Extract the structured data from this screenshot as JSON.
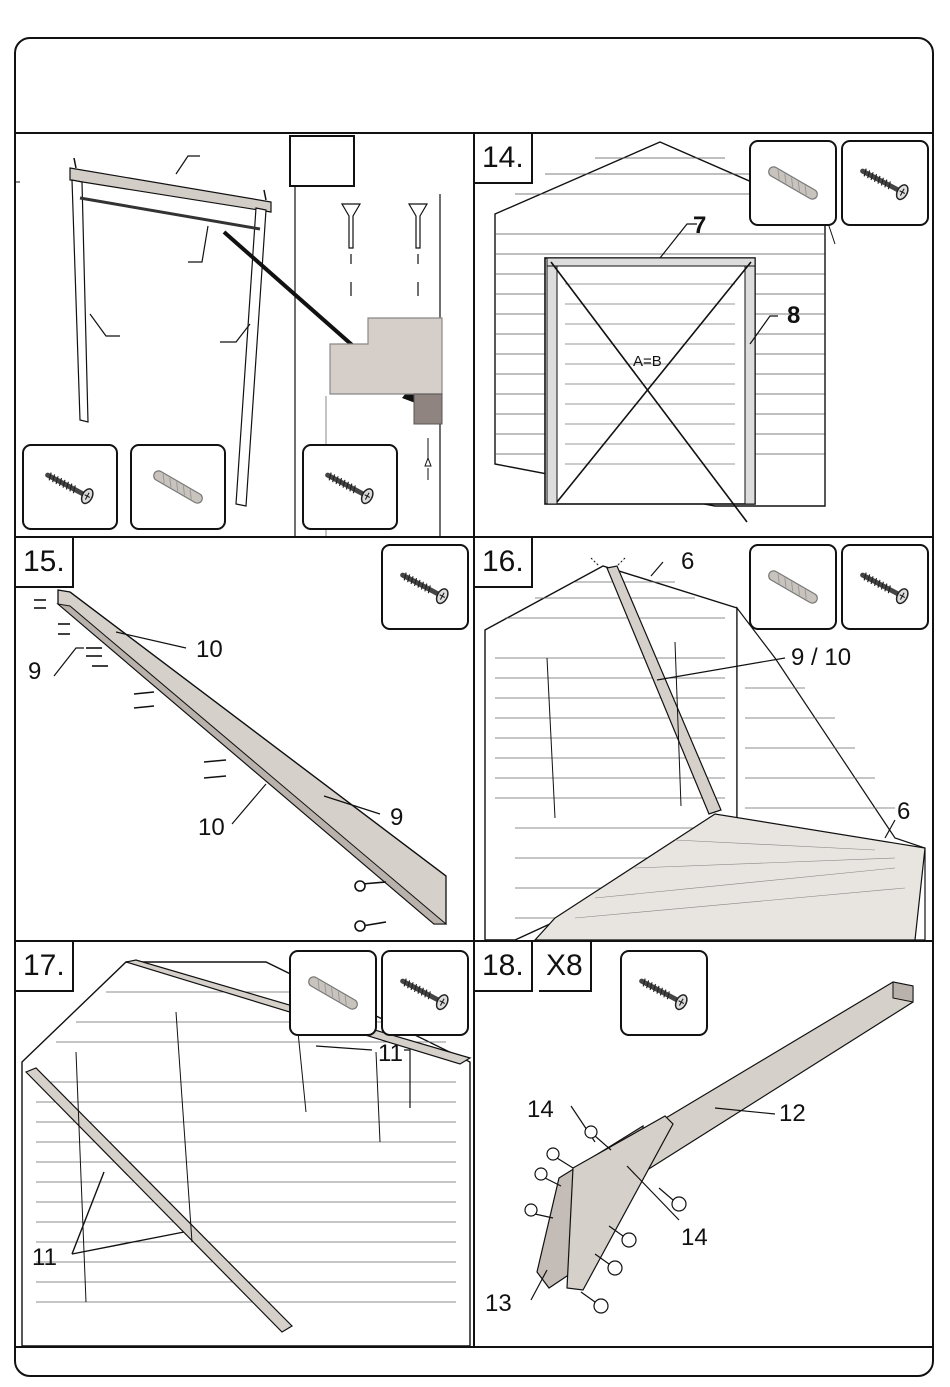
{
  "steps": {
    "s14": {
      "number": "14.",
      "labels": {
        "l7": "7",
        "l8": "8",
        "ab": "A=B"
      }
    },
    "s15": {
      "number": "15.",
      "labels": {
        "l9a": "9",
        "l10a": "10",
        "l10b": "10",
        "l9b": "9"
      }
    },
    "s16": {
      "number": "16.",
      "labels": {
        "l6a": "6",
        "l910": "9 / 10",
        "l6b": "6"
      }
    },
    "s17": {
      "number": "17.",
      "labels": {
        "l11a": "11",
        "l11b": "11"
      }
    },
    "s18": {
      "number": "18.",
      "multiplier": "X8",
      "labels": {
        "l12": "12",
        "l14a": "14",
        "l14b": "14",
        "l13": "13"
      }
    }
  },
  "icons": {
    "screw": "screw-icon",
    "dowel": "dowel-icon",
    "countersunk_screw": "countersunk-screw-icon"
  },
  "colors": {
    "line": "#111111",
    "wood_fill": "#c9c3bd",
    "wood_dark": "#8f8480",
    "background": "#ffffff"
  }
}
